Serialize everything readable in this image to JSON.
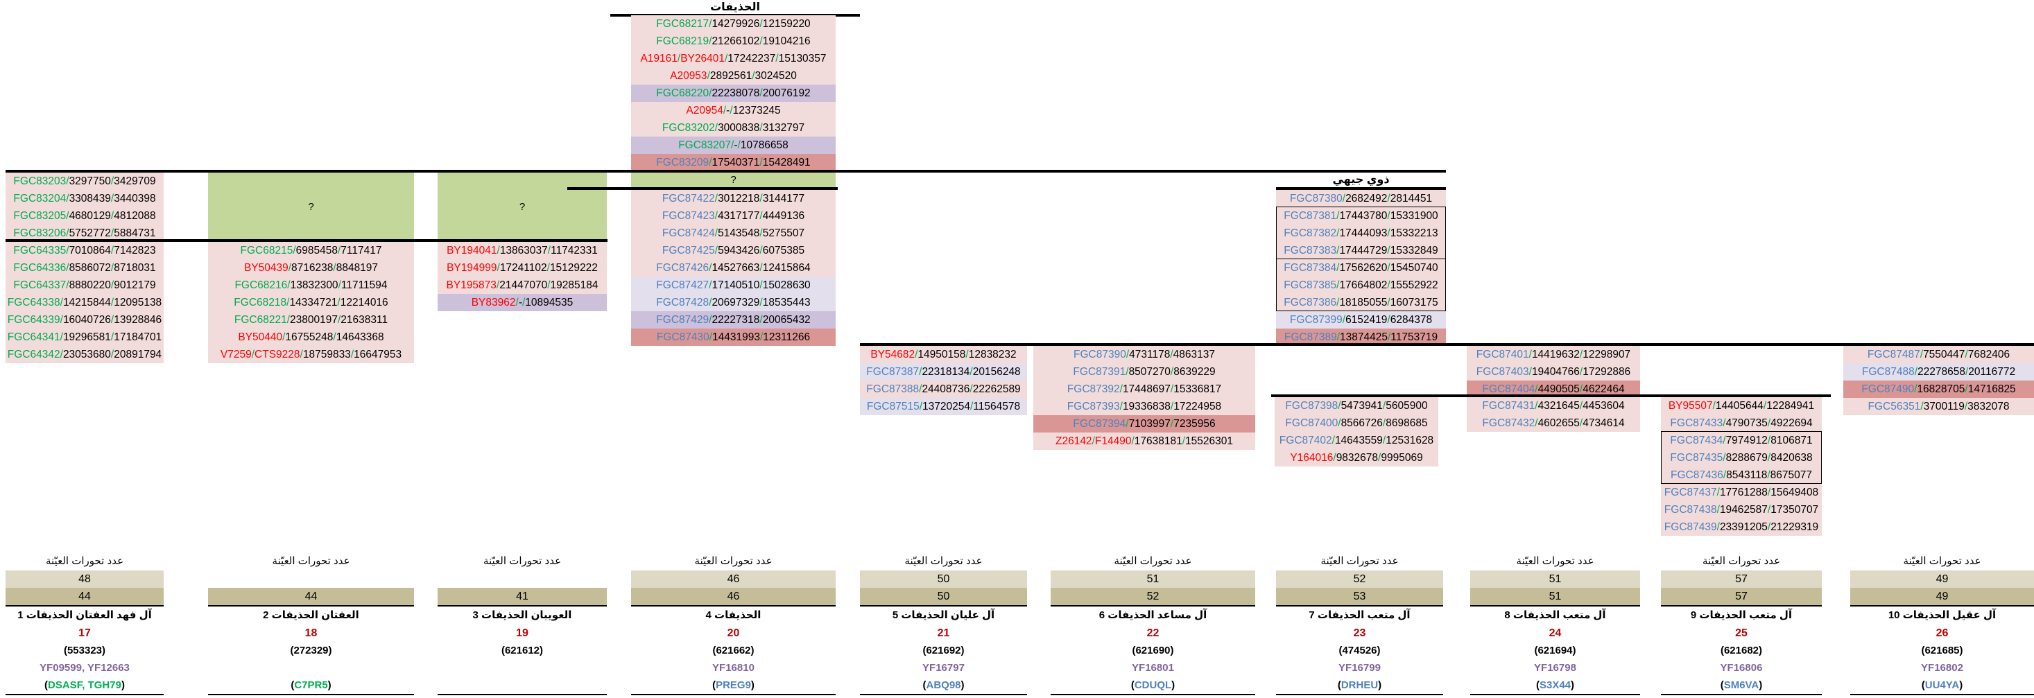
{
  "colors": {
    "green_snp": "#00a94f",
    "red_snp": "#ff0000",
    "blue_snp": "#4f81bd",
    "slash": "#00b050",
    "pink_bg": "#f2dcdb",
    "purple_bg": "#ccc0da",
    "lavender_bg": "#e4dfec",
    "red_bg": "#da9694",
    "unknown_bg": "#c4d79b",
    "count1_bg": "#ddd9c4",
    "count2_bg": "#c4bd97",
    "sample_number": "#c00000",
    "yf": "#8064a2"
  },
  "top": {
    "title": "الحذيفات",
    "rows": [
      {
        "snps": [
          {
            "t": "FGC68217",
            "c": "green"
          }
        ],
        "pos": [
          "14279926",
          "12159220"
        ],
        "bg": "pink"
      },
      {
        "snps": [
          {
            "t": "FGC68219",
            "c": "green"
          }
        ],
        "pos": [
          "21266102",
          "19104216"
        ],
        "bg": "pink"
      },
      {
        "snps": [
          {
            "t": "A19161",
            "c": "red"
          },
          {
            "t": "BY26401",
            "c": "red"
          }
        ],
        "pos": [
          "17242237",
          "15130357"
        ],
        "bg": "pink"
      },
      {
        "snps": [
          {
            "t": "A20953",
            "c": "red"
          }
        ],
        "pos": [
          "2892561",
          "3024520"
        ],
        "bg": "pink"
      },
      {
        "snps": [
          {
            "t": "FGC68220",
            "c": "green"
          }
        ],
        "pos": [
          "22238078",
          "20076192"
        ],
        "bg": "purple"
      },
      {
        "snps": [
          {
            "t": "A20954",
            "c": "red"
          }
        ],
        "pos": [
          "-",
          "12373245"
        ],
        "bg": "pink"
      },
      {
        "snps": [
          {
            "t": "FGC83202",
            "c": "green"
          }
        ],
        "pos": [
          "3000838",
          "3132797"
        ],
        "bg": "pink"
      },
      {
        "snps": [
          {
            "t": "FGC83207",
            "c": "green"
          }
        ],
        "pos": [
          "-",
          "10786658"
        ],
        "bg": "purple"
      },
      {
        "snps": [
          {
            "t": "FGC83209",
            "c": "blue"
          }
        ],
        "pos": [
          "17540371",
          "15428491"
        ],
        "bg": "red"
      }
    ]
  },
  "unknown_label": "?",
  "branch_col1_upper": [
    {
      "snps": [
        {
          "t": "FGC83203",
          "c": "green"
        }
      ],
      "pos": [
        "3297750",
        "3429709"
      ],
      "bg": "pink"
    },
    {
      "snps": [
        {
          "t": "FGC83204",
          "c": "green"
        }
      ],
      "pos": [
        "3308439",
        "3440398"
      ],
      "bg": "pink"
    },
    {
      "snps": [
        {
          "t": "FGC83205",
          "c": "green"
        }
      ],
      "pos": [
        "4680129",
        "4812088"
      ],
      "bg": "pink"
    },
    {
      "snps": [
        {
          "t": "FGC83206",
          "c": "green"
        }
      ],
      "pos": [
        "5752772",
        "5884731"
      ],
      "bg": "pink"
    }
  ],
  "branch_col1_lower": [
    {
      "snps": [
        {
          "t": "FGC64335",
          "c": "green"
        }
      ],
      "pos": [
        "7010864",
        "7142823"
      ],
      "bg": "pink"
    },
    {
      "snps": [
        {
          "t": "FGC64336",
          "c": "green"
        }
      ],
      "pos": [
        "8586072",
        "8718031"
      ],
      "bg": "pink"
    },
    {
      "snps": [
        {
          "t": "FGC64337",
          "c": "green"
        }
      ],
      "pos": [
        "8880220",
        "9012179"
      ],
      "bg": "pink"
    },
    {
      "snps": [
        {
          "t": "FGC64338",
          "c": "green"
        }
      ],
      "pos": [
        "14215844",
        "12095138"
      ],
      "bg": "pink"
    },
    {
      "snps": [
        {
          "t": "FGC64339",
          "c": "green"
        }
      ],
      "pos": [
        "16040726",
        "13928846"
      ],
      "bg": "pink"
    },
    {
      "snps": [
        {
          "t": "FGC64341",
          "c": "green"
        }
      ],
      "pos": [
        "19296581",
        "17184701"
      ],
      "bg": "pink"
    },
    {
      "snps": [
        {
          "t": "FGC64342",
          "c": "green"
        }
      ],
      "pos": [
        "23053680",
        "20891794"
      ],
      "bg": "pink"
    }
  ],
  "branch_col2": [
    {
      "snps": [
        {
          "t": "FGC68215",
          "c": "green"
        }
      ],
      "pos": [
        "6985458",
        "7117417"
      ],
      "bg": "pink"
    },
    {
      "snps": [
        {
          "t": "BY50439",
          "c": "red"
        }
      ],
      "pos": [
        "8716238",
        "8848197"
      ],
      "bg": "pink"
    },
    {
      "snps": [
        {
          "t": "FGC68216",
          "c": "green"
        }
      ],
      "pos": [
        "13832300",
        "11711594"
      ],
      "bg": "pink"
    },
    {
      "snps": [
        {
          "t": "FGC68218",
          "c": "green"
        }
      ],
      "pos": [
        "14334721",
        "12214016"
      ],
      "bg": "pink"
    },
    {
      "snps": [
        {
          "t": "FGC68221",
          "c": "green"
        }
      ],
      "pos": [
        "23800197",
        "21638311"
      ],
      "bg": "pink"
    },
    {
      "snps": [
        {
          "t": "BY50440",
          "c": "red"
        }
      ],
      "pos": [
        "16755248",
        "14643368"
      ],
      "bg": "pink"
    },
    {
      "snps": [
        {
          "t": "V7259",
          "c": "red"
        },
        {
          "t": "CTS9228",
          "c": "red"
        }
      ],
      "pos": [
        "18759833",
        "16647953"
      ],
      "bg": "pink"
    }
  ],
  "branch_col3": [
    {
      "snps": [
        {
          "t": "BY194041",
          "c": "red"
        }
      ],
      "pos": [
        "13863037",
        "11742331"
      ],
      "bg": "pink"
    },
    {
      "snps": [
        {
          "t": "BY194999",
          "c": "red"
        }
      ],
      "pos": [
        "17241102",
        "15129222"
      ],
      "bg": "pink"
    },
    {
      "snps": [
        {
          "t": "BY195873",
          "c": "red"
        }
      ],
      "pos": [
        "21447070",
        "19285184"
      ],
      "bg": "pink"
    },
    {
      "snps": [
        {
          "t": "BY83962",
          "c": "red"
        }
      ],
      "pos": [
        "-",
        "10894535"
      ],
      "bg": "purple"
    }
  ],
  "branch_col4": [
    {
      "snps": [
        {
          "t": "FGC87422",
          "c": "blue"
        }
      ],
      "pos": [
        "3012218",
        "3144177"
      ],
      "bg": "pink"
    },
    {
      "snps": [
        {
          "t": "FGC87423",
          "c": "blue"
        }
      ],
      "pos": [
        "4317177",
        "4449136"
      ],
      "bg": "pink"
    },
    {
      "snps": [
        {
          "t": "FGC87424",
          "c": "blue"
        }
      ],
      "pos": [
        "5143548",
        "5275507"
      ],
      "bg": "pink"
    },
    {
      "snps": [
        {
          "t": "FGC87425",
          "c": "blue"
        }
      ],
      "pos": [
        "5943426",
        "6075385"
      ],
      "bg": "pink"
    },
    {
      "snps": [
        {
          "t": "FGC87426",
          "c": "blue"
        }
      ],
      "pos": [
        "14527663",
        "12415864"
      ],
      "bg": "pink"
    },
    {
      "snps": [
        {
          "t": "FGC87427",
          "c": "blue"
        }
      ],
      "pos": [
        "17140510",
        "15028630"
      ],
      "bg": "lav"
    },
    {
      "snps": [
        {
          "t": "FGC87428",
          "c": "blue"
        }
      ],
      "pos": [
        "20697329",
        "18535443"
      ],
      "bg": "lav"
    },
    {
      "snps": [
        {
          "t": "FGC87429",
          "c": "blue"
        }
      ],
      "pos": [
        "22227318",
        "20065432"
      ],
      "bg": "purple"
    },
    {
      "snps": [
        {
          "t": "FGC87430",
          "c": "blue"
        }
      ],
      "pos": [
        "14431993",
        "12311266"
      ],
      "bg": "red"
    }
  ],
  "dhawi": {
    "title": "ذوي جيهي",
    "rows": [
      {
        "snps": [
          {
            "t": "FGC87380",
            "c": "blue"
          }
        ],
        "pos": [
          "2682492",
          "2814451"
        ],
        "bg": "pink"
      },
      {
        "snps": [
          {
            "t": "FGC87381",
            "c": "blue"
          }
        ],
        "pos": [
          "17443780",
          "15331900"
        ],
        "bg": "pink"
      },
      {
        "snps": [
          {
            "t": "FGC87382",
            "c": "blue"
          }
        ],
        "pos": [
          "17444093",
          "15332213"
        ],
        "bg": "pink"
      },
      {
        "snps": [
          {
            "t": "FGC87383",
            "c": "blue"
          }
        ],
        "pos": [
          "17444729",
          "15332849"
        ],
        "bg": "pink"
      },
      {
        "snps": [
          {
            "t": "FGC87384",
            "c": "blue"
          }
        ],
        "pos": [
          "17562620",
          "15450740"
        ],
        "bg": "pink"
      },
      {
        "snps": [
          {
            "t": "FGC87385",
            "c": "blue"
          }
        ],
        "pos": [
          "17664802",
          "15552922"
        ],
        "bg": "pink"
      },
      {
        "snps": [
          {
            "t": "FGC87386",
            "c": "blue"
          }
        ],
        "pos": [
          "18185055",
          "16073175"
        ],
        "bg": "pink"
      },
      {
        "snps": [
          {
            "t": "FGC87399",
            "c": "blue"
          }
        ],
        "pos": [
          "6152419",
          "6284378"
        ],
        "bg": "lav"
      },
      {
        "snps": [
          {
            "t": "FGC87389",
            "c": "blue"
          }
        ],
        "pos": [
          "13874425",
          "11753719"
        ],
        "bg": "red"
      }
    ]
  },
  "branch_col5": [
    {
      "snps": [
        {
          "t": "BY54682",
          "c": "red"
        }
      ],
      "pos": [
        "14950158",
        "12838232"
      ],
      "bg": "pink"
    },
    {
      "snps": [
        {
          "t": "FGC87387",
          "c": "blue"
        }
      ],
      "pos": [
        "22318134",
        "20156248"
      ],
      "bg": "lav"
    },
    {
      "snps": [
        {
          "t": "FGC87388",
          "c": "blue"
        }
      ],
      "pos": [
        "24408736",
        "22262589"
      ],
      "bg": "pink"
    },
    {
      "snps": [
        {
          "t": "FGC87515",
          "c": "blue"
        }
      ],
      "pos": [
        "13720254",
        "11564578"
      ],
      "bg": "lav"
    }
  ],
  "branch_col6": [
    {
      "snps": [
        {
          "t": "FGC87390",
          "c": "blue"
        }
      ],
      "pos": [
        "4731178",
        "4863137"
      ],
      "bg": "pink"
    },
    {
      "snps": [
        {
          "t": "FGC87391",
          "c": "blue"
        }
      ],
      "pos": [
        "8507270",
        "8639229"
      ],
      "bg": "pink"
    },
    {
      "snps": [
        {
          "t": "FGC87392",
          "c": "blue"
        }
      ],
      "pos": [
        "17448697",
        "15336817"
      ],
      "bg": "pink"
    },
    {
      "snps": [
        {
          "t": "FGC87393",
          "c": "blue"
        }
      ],
      "pos": [
        "19336838",
        "17224958"
      ],
      "bg": "pink"
    },
    {
      "snps": [
        {
          "t": "FGC87394",
          "c": "blue"
        }
      ],
      "pos": [
        "7103997",
        "7235956"
      ],
      "bg": "red"
    },
    {
      "snps": [
        {
          "t": "Z26142",
          "c": "red"
        },
        {
          "t": "F14490",
          "c": "red"
        }
      ],
      "pos": [
        "17638181",
        "15526301"
      ],
      "bg": "pink"
    }
  ],
  "branch_col7": [
    {
      "snps": [
        {
          "t": "FGC87398",
          "c": "blue"
        }
      ],
      "pos": [
        "5473941",
        "5605900"
      ],
      "bg": "pink"
    },
    {
      "snps": [
        {
          "t": "FGC87400",
          "c": "blue"
        }
      ],
      "pos": [
        "8566726",
        "8698685"
      ],
      "bg": "pink"
    },
    {
      "snps": [
        {
          "t": "FGC87402",
          "c": "blue"
        }
      ],
      "pos": [
        "14643559",
        "12531628"
      ],
      "bg": "pink"
    },
    {
      "snps": [
        {
          "t": "Y164016",
          "c": "red"
        }
      ],
      "pos": [
        "9832678",
        "9995069"
      ],
      "bg": "pink"
    }
  ],
  "branch_col8_upper": [
    {
      "snps": [
        {
          "t": "FGC87401",
          "c": "blue"
        }
      ],
      "pos": [
        "14419632",
        "12298907"
      ],
      "bg": "pink"
    },
    {
      "snps": [
        {
          "t": "FGC87403",
          "c": "blue"
        }
      ],
      "pos": [
        "19404766",
        "17292886"
      ],
      "bg": "pink"
    },
    {
      "snps": [
        {
          "t": "FGC87404",
          "c": "blue"
        }
      ],
      "pos": [
        "4490505",
        "4622464"
      ],
      "bg": "red"
    }
  ],
  "branch_col8_lower": [
    {
      "snps": [
        {
          "t": "FGC87431",
          "c": "blue"
        }
      ],
      "pos": [
        "4321645",
        "4453604"
      ],
      "bg": "pink"
    },
    {
      "snps": [
        {
          "t": "FGC87432",
          "c": "blue"
        }
      ],
      "pos": [
        "4602655",
        "4734614"
      ],
      "bg": "pink"
    }
  ],
  "branch_col9": [
    {
      "snps": [
        {
          "t": "BY95507",
          "c": "red"
        }
      ],
      "pos": [
        "14405644",
        "12284941"
      ],
      "bg": "pink"
    },
    {
      "snps": [
        {
          "t": "FGC87433",
          "c": "blue"
        }
      ],
      "pos": [
        "4790735",
        "4922694"
      ],
      "bg": "pink"
    },
    {
      "snps": [
        {
          "t": "FGC87434",
          "c": "blue"
        }
      ],
      "pos": [
        "7974912",
        "8106871"
      ],
      "bg": "pink"
    },
    {
      "snps": [
        {
          "t": "FGC87435",
          "c": "blue"
        }
      ],
      "pos": [
        "8288679",
        "8420638"
      ],
      "bg": "pink"
    },
    {
      "snps": [
        {
          "t": "FGC87436",
          "c": "blue"
        }
      ],
      "pos": [
        "8543118",
        "8675077"
      ],
      "bg": "pink"
    },
    {
      "snps": [
        {
          "t": "FGC87437",
          "c": "blue"
        }
      ],
      "pos": [
        "17761288",
        "15649408"
      ],
      "bg": "pink"
    },
    {
      "snps": [
        {
          "t": "FGC87438",
          "c": "blue"
        }
      ],
      "pos": [
        "19462587",
        "17350707"
      ],
      "bg": "pink"
    },
    {
      "snps": [
        {
          "t": "FGC87439",
          "c": "blue"
        }
      ],
      "pos": [
        "23391205",
        "21229319"
      ],
      "bg": "pink"
    }
  ],
  "branch_col10": [
    {
      "snps": [
        {
          "t": "FGC87487",
          "c": "blue"
        }
      ],
      "pos": [
        "7550447",
        "7682406"
      ],
      "bg": "pink"
    },
    {
      "snps": [
        {
          "t": "FGC87488",
          "c": "blue"
        }
      ],
      "pos": [
        "22278658",
        "20116772"
      ],
      "bg": "lav"
    },
    {
      "snps": [
        {
          "t": "FGC87490",
          "c": "blue"
        }
      ],
      "pos": [
        "16828705",
        "14716825"
      ],
      "bg": "red"
    },
    {
      "snps": [
        {
          "t": "FGC56351",
          "c": "blue"
        }
      ],
      "pos": [
        "3700119",
        "3832078"
      ],
      "bg": "pink"
    }
  ],
  "samples_label": "عدد تحورات العيّنة",
  "samples": [
    {
      "count1": "48",
      "count2": "44",
      "name": "آل فهد العفتان الحذيفات 1",
      "number": "17",
      "kit": "(553323)",
      "yf": "YF09599, YF12663",
      "haplo": [
        "DSASF",
        "TGH79"
      ],
      "haplo_color": "green"
    },
    {
      "count1": "",
      "count2": "44",
      "name": "العفتان الحذيفات 2",
      "number": "18",
      "kit": "(272329)",
      "yf": "",
      "haplo": [
        "C7PR5"
      ],
      "haplo_color": "green"
    },
    {
      "count1": "",
      "count2": "41",
      "name": "العويبان الحذيفات 3",
      "number": "19",
      "kit": "(621612)",
      "yf": "",
      "haplo": [],
      "haplo_color": "blue"
    },
    {
      "count1": "46",
      "count2": "46",
      "name": "الحذيفات 4",
      "number": "20",
      "kit": "(621662)",
      "yf": "YF16810",
      "haplo": [
        "PREG9"
      ],
      "haplo_color": "blue"
    },
    {
      "count1": "50",
      "count2": "50",
      "name": "آل عليان الحذيفات 5",
      "number": "21",
      "kit": "(621692)",
      "yf": "YF16797",
      "haplo": [
        "ABQ98"
      ],
      "haplo_color": "blue"
    },
    {
      "count1": "51",
      "count2": "52",
      "name": "آل مساعد الحذيفات 6",
      "number": "22",
      "kit": "(621690)",
      "yf": "YF16801",
      "haplo": [
        "CDUQL"
      ],
      "haplo_color": "blue"
    },
    {
      "count1": "52",
      "count2": "53",
      "name": "آل متعب الحذيفات 7",
      "number": "23",
      "kit": "(474526)",
      "yf": "YF16799",
      "haplo": [
        "DRHEU"
      ],
      "haplo_color": "blue"
    },
    {
      "count1": "51",
      "count2": "51",
      "name": "آل متعب الحذيفات 8",
      "number": "24",
      "kit": "(621694)",
      "yf": "YF16798",
      "haplo": [
        "S3X44"
      ],
      "haplo_color": "blue"
    },
    {
      "count1": "57",
      "count2": "57",
      "name": "آل متعب الحذيفات 9",
      "number": "25",
      "kit": "(621682)",
      "yf": "YF16806",
      "haplo": [
        "SM6VA"
      ],
      "haplo_color": "blue"
    },
    {
      "count1": "49",
      "count2": "49",
      "name": "آل عقيل الحذيفات 10",
      "number": "26",
      "kit": "(621685)",
      "yf": "YF16802",
      "haplo": [
        "UU4YA"
      ],
      "haplo_color": "blue"
    }
  ]
}
